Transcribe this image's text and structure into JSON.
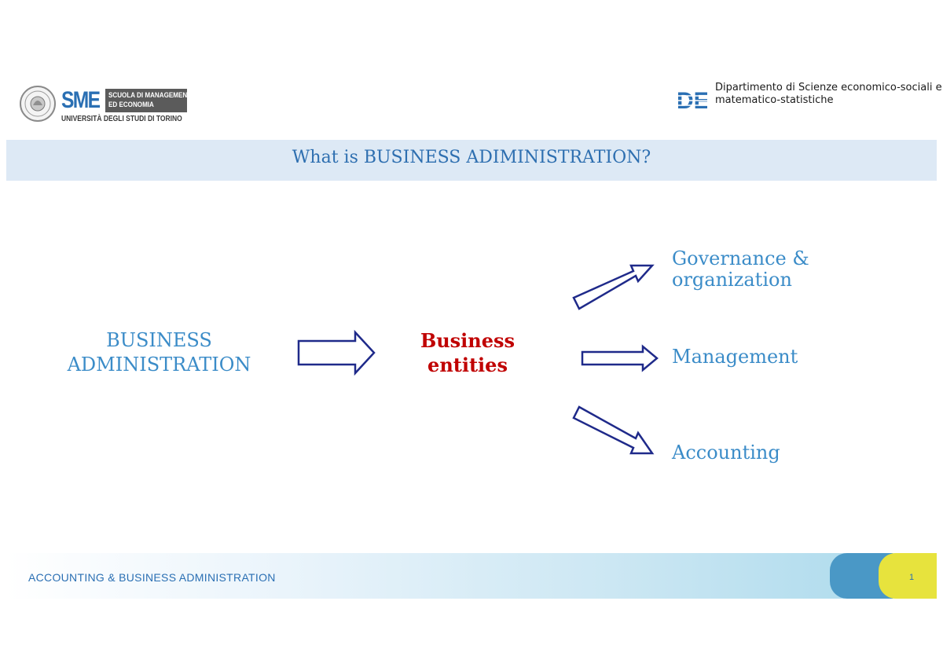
{
  "header": {
    "left_logo": {
      "acronym": "SME",
      "school_line1": "SCUOLA DI MANAGEMENT",
      "school_line2": "ED ECONOMIA",
      "university": "UNIVERSITÀ DEGLI STUDI DI TORINO"
    },
    "right_logo": {
      "mark": "DE",
      "line1": "Dipartimento di Scienze economico-sociali e",
      "line2": "matematico-statistiche"
    }
  },
  "title": "What is BUSINESS ADIMINISTRATION?",
  "diagram": {
    "source_line1": "BUSINESS",
    "source_line2": "ADMINISTRATION",
    "center_line1": "Business",
    "center_line2": "entities",
    "branch1_line1": "Governance &",
    "branch1_line2": "organization",
    "branch2": "Management",
    "branch3": "Accounting"
  },
  "colors": {
    "title_blue": "#2e6fb0",
    "text_blue": "#3b8cc8",
    "accent_red": "#c00000",
    "arrow_stroke": "#1f2a8a",
    "band_light": "#dde9f5",
    "footer_blue": "#4a98c6",
    "footer_yellow": "#e7e33d"
  },
  "footer": {
    "course": "ACCOUNTING & BUSINESS ADMINISTRATION",
    "page": "1"
  }
}
